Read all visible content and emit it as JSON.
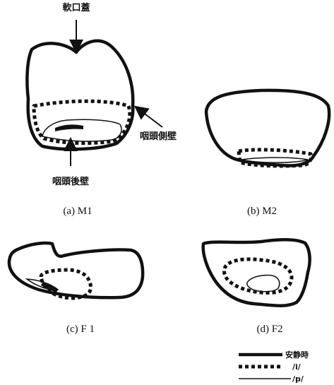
{
  "labels": {
    "soft_palate": "軟口蓋",
    "lateral_wall": "咽頭側壁",
    "posterior_wall": "咽頭後壁"
  },
  "panels": [
    {
      "caption": "(a) M1"
    },
    {
      "caption": "(b) M2"
    },
    {
      "caption": "(c) F 1"
    },
    {
      "caption": "(d) F2"
    }
  ],
  "legend": [
    {
      "style": "solid-thick",
      "label": "安静時"
    },
    {
      "style": "dotted",
      "label": "/i/"
    },
    {
      "style": "solid-thin",
      "label": "/p/"
    }
  ]
}
